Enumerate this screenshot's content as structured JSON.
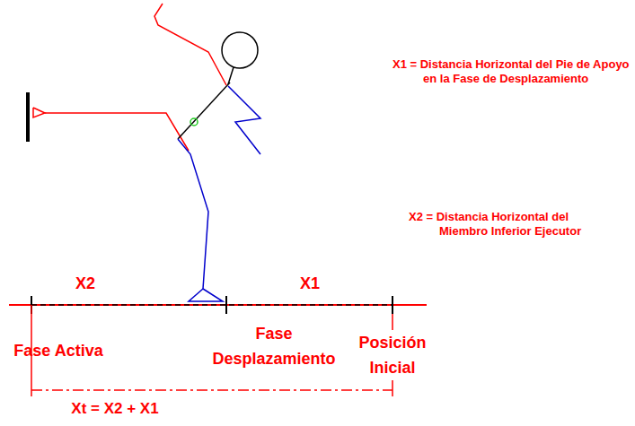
{
  "diagram": {
    "labels": [
      "X1 = Distancia Horizontal del Pie de Apoyo en la Fase de Desplazamiento",
      "X2 = Distancia Horizontal del Miembro Inferior Ejecutor",
      "X2",
      "X1",
      "Fase Activa",
      "Fase Desplazamiento",
      "Posición Inicial",
      "Xt = X2 + X1"
    ]
  }
}
